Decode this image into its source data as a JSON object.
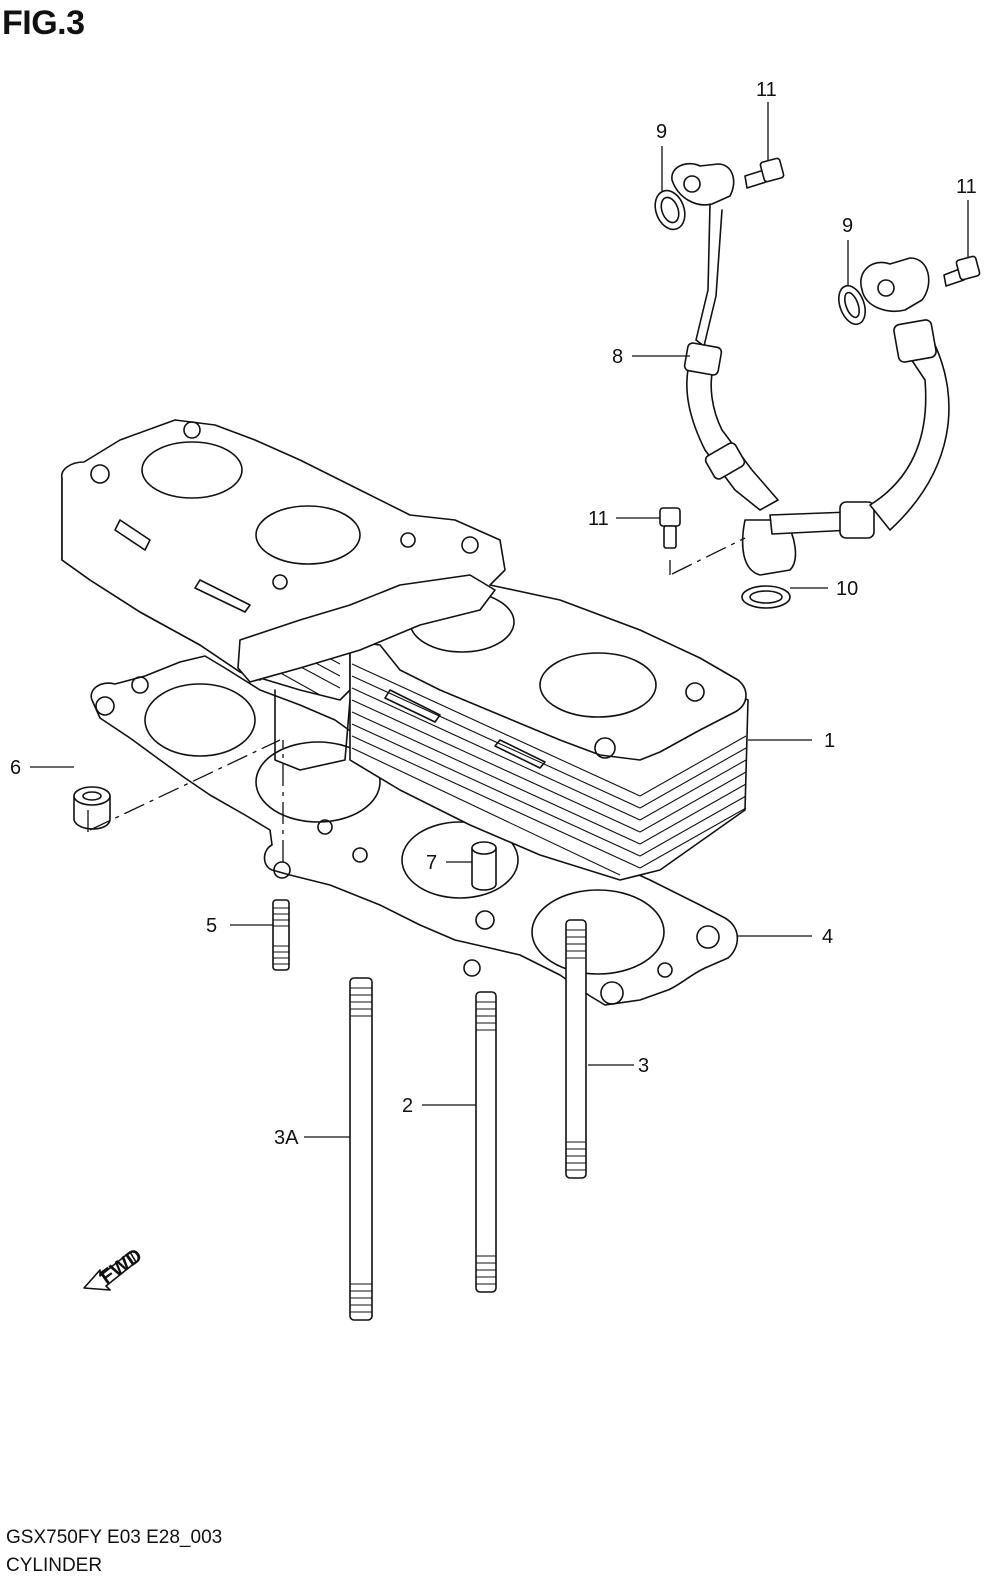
{
  "header": {
    "title": "FIG.3"
  },
  "footer": {
    "model_code": "GSX750FY E03 E28_003",
    "section_name": "CYLINDER"
  },
  "callouts": [
    {
      "id": "c1",
      "label": "1"
    },
    {
      "id": "c2",
      "label": "2"
    },
    {
      "id": "c3",
      "label": "3"
    },
    {
      "id": "c3a",
      "label": "3A"
    },
    {
      "id": "c4",
      "label": "4"
    },
    {
      "id": "c5",
      "label": "5"
    },
    {
      "id": "c6",
      "label": "6"
    },
    {
      "id": "c7",
      "label": "7"
    },
    {
      "id": "c8",
      "label": "8"
    },
    {
      "id": "c9a",
      "label": "9"
    },
    {
      "id": "c9b",
      "label": "9"
    },
    {
      "id": "c10",
      "label": "10"
    },
    {
      "id": "c11a",
      "label": "11"
    },
    {
      "id": "c11b",
      "label": "11"
    },
    {
      "id": "c11c",
      "label": "11"
    }
  ],
  "direction_marker": {
    "label": "FWD",
    "icon": "fwd-arrow-icon"
  }
}
